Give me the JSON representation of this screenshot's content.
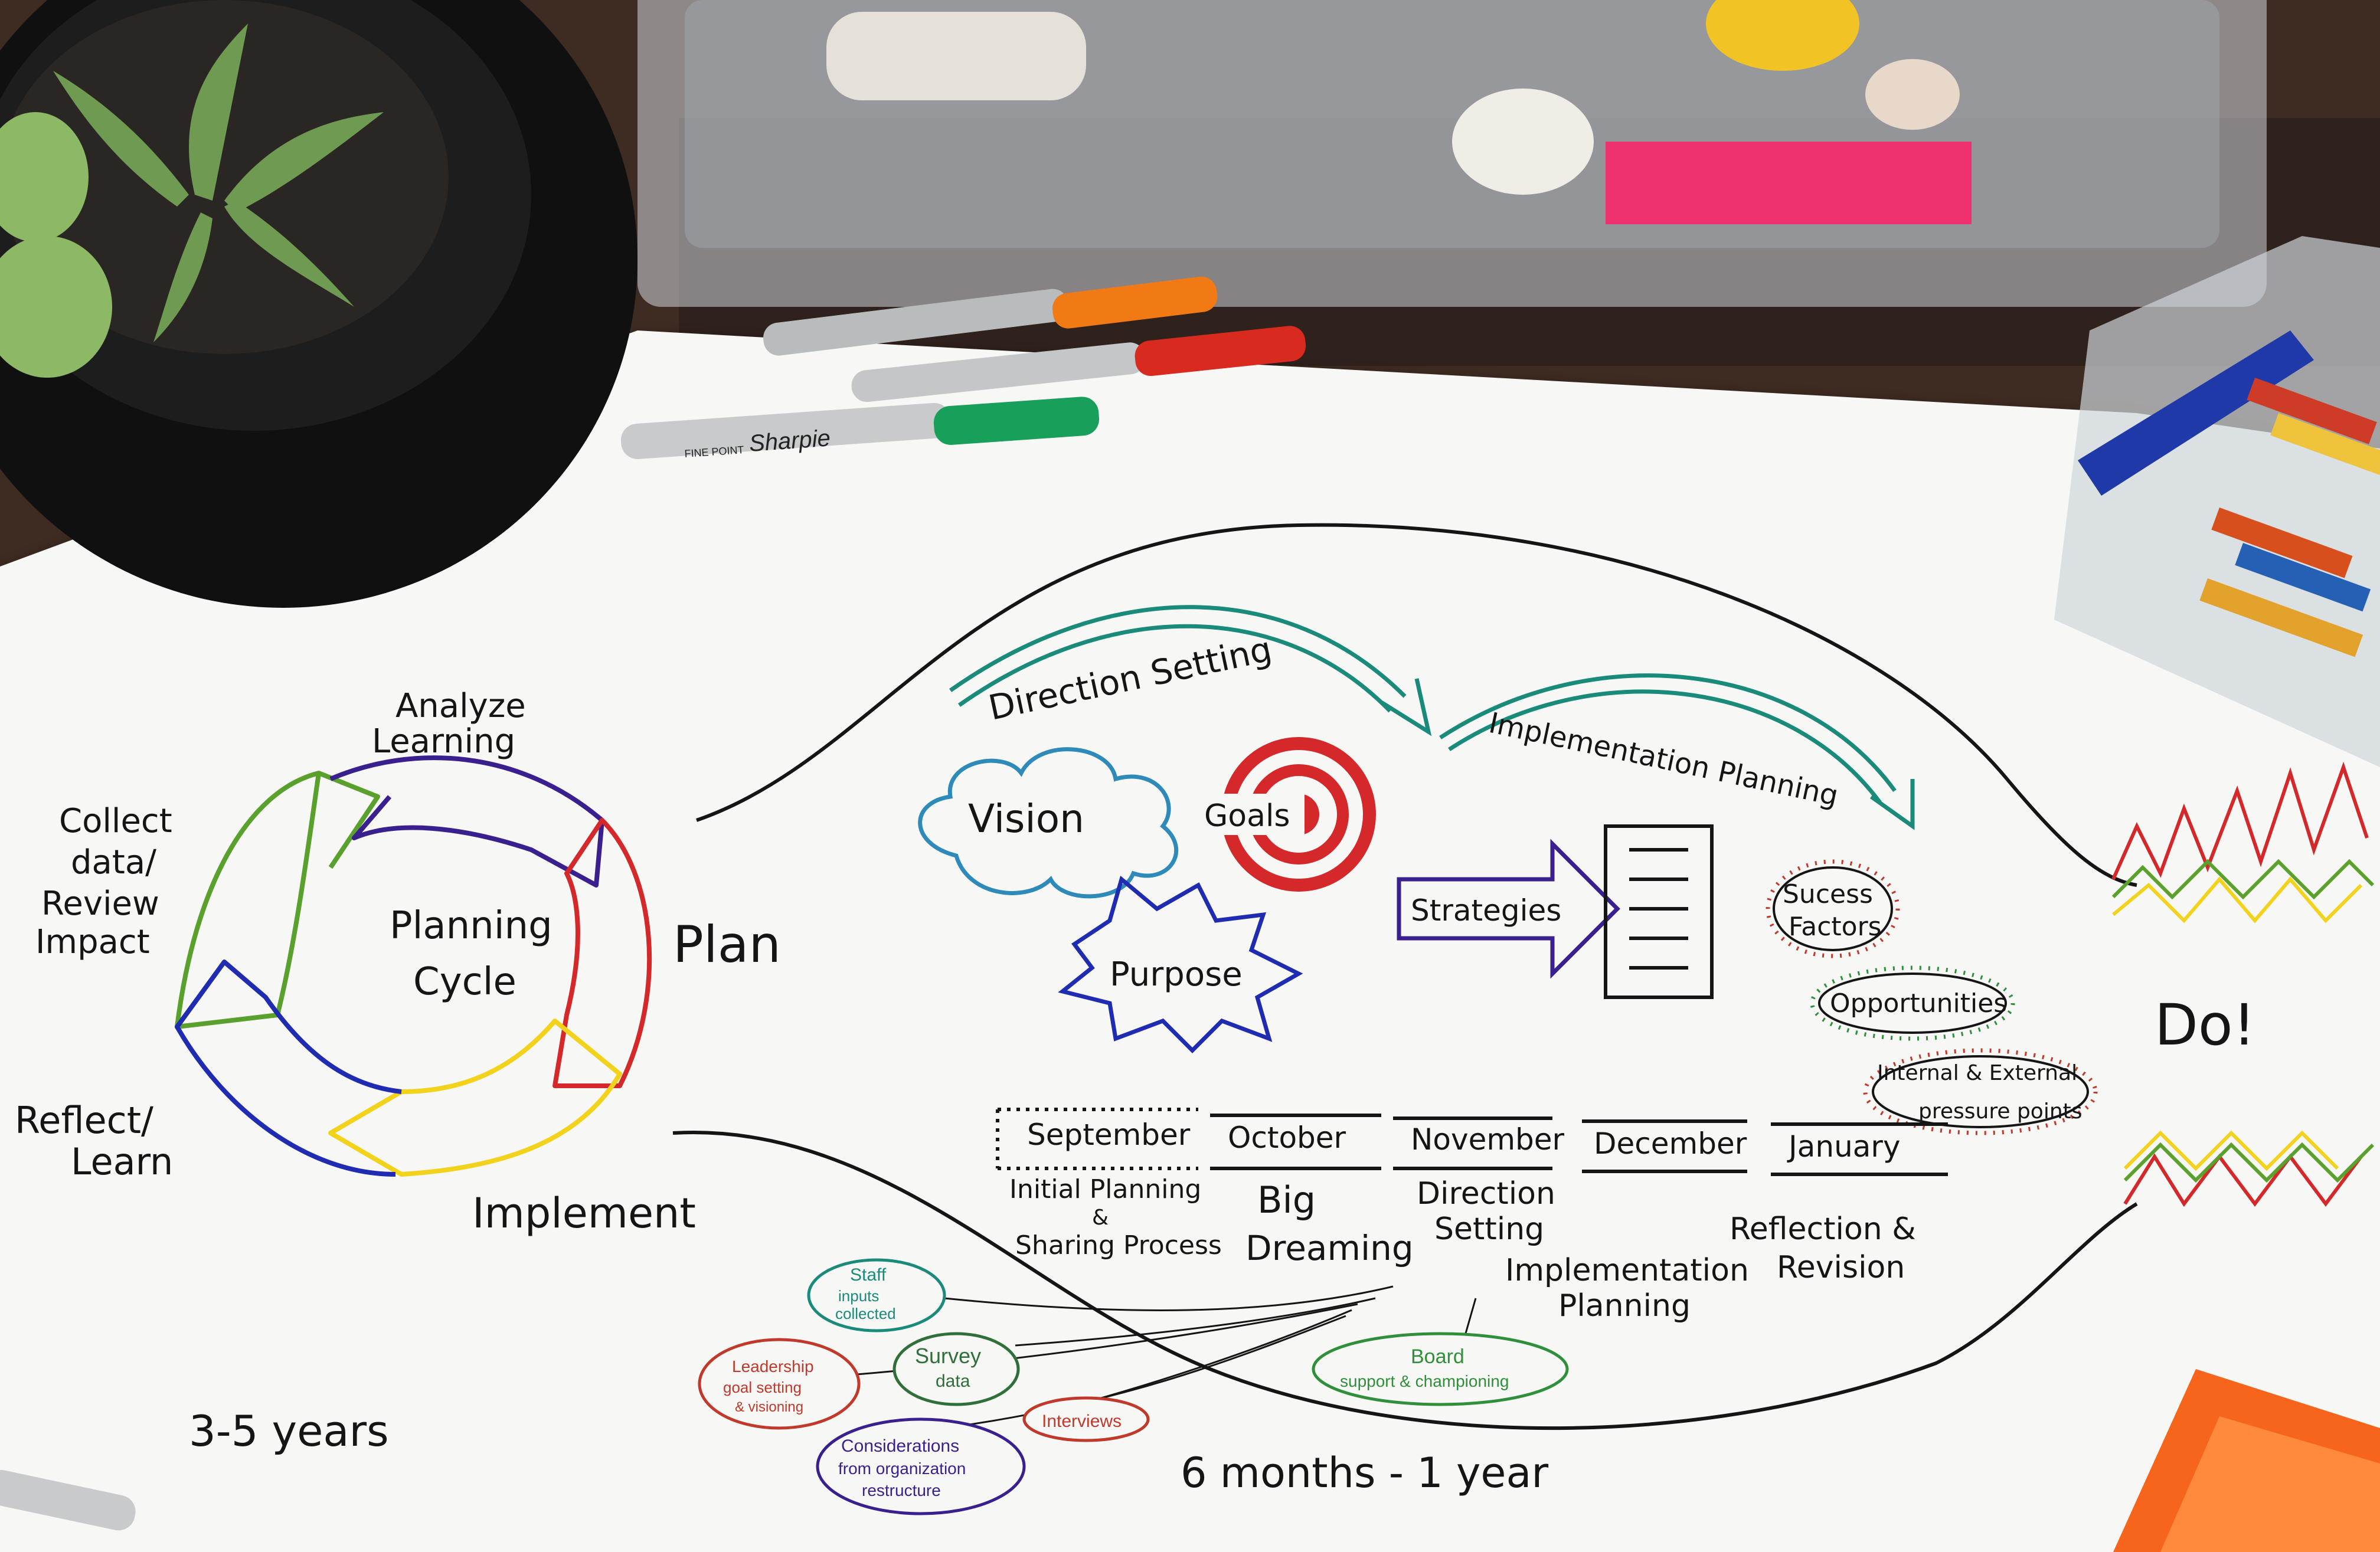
{
  "planning_cycle": {
    "center_line1": "Planning",
    "center_line2": "Cycle",
    "stage_analyze_1": "Analyze",
    "stage_analyze_2": "Learning",
    "stage_collect_1": "Collect",
    "stage_collect_2": "data/",
    "stage_collect_3": "Review",
    "stage_collect_4": "Impact",
    "stage_plan": "Plan",
    "stage_reflect_1": "Reflect/",
    "stage_reflect_2": "Learn",
    "stage_implement": "Implement",
    "duration": "3-5 years"
  },
  "planning_detail": {
    "direction_setting": "Direction Setting",
    "implementation_planning": "Implementation Planning",
    "vision": "Vision",
    "goals": "Goals",
    "purpose": "Purpose",
    "strategies": "Strategies",
    "success_factors_1": "Sucess",
    "success_factors_2": "Factors",
    "opportunities": "Opportunities",
    "pressure_1": "Internal & External",
    "pressure_2": "pressure points",
    "do": "Do!",
    "duration": "6 months - 1 year"
  },
  "timeline": {
    "months": [
      "September",
      "October",
      "November",
      "December",
      "January"
    ],
    "sep_1": "Initial Planning",
    "sep_2": "&",
    "sep_3": "Sharing Process",
    "oct_1": "Big",
    "oct_2": "Dreaming",
    "nov_1": "Direction",
    "nov_2": "Setting",
    "impl_1": "Implementation",
    "impl_2": "Planning",
    "jan_1": "Reflection &",
    "jan_2": "Revision"
  },
  "inputs": {
    "staff_1": "Staff",
    "staff_2": "inputs",
    "staff_3": "collected",
    "survey_1": "Survey",
    "survey_2": "data",
    "leadership_1": "Leadership",
    "leadership_2": "goal setting",
    "leadership_3": "& visioning",
    "board_1": "Board",
    "board_2": "support & championing",
    "interviews": "Interviews",
    "consid_1": "Considerations",
    "consid_2": "from organization",
    "consid_3": "restructure"
  },
  "markers": {
    "brand": "Sharpie",
    "sub": "FINE POINT"
  },
  "colors": {
    "green": "#5aa02c",
    "purple": "#3a1f8f",
    "red": "#d4282a",
    "yellow": "#f2d21b",
    "blue": "#1f2bb0",
    "teal": "#1a8a7a",
    "cloud_blue": "#2e8ab8",
    "dot_red": "#c0392b",
    "dot_green": "#2f8f3a"
  }
}
